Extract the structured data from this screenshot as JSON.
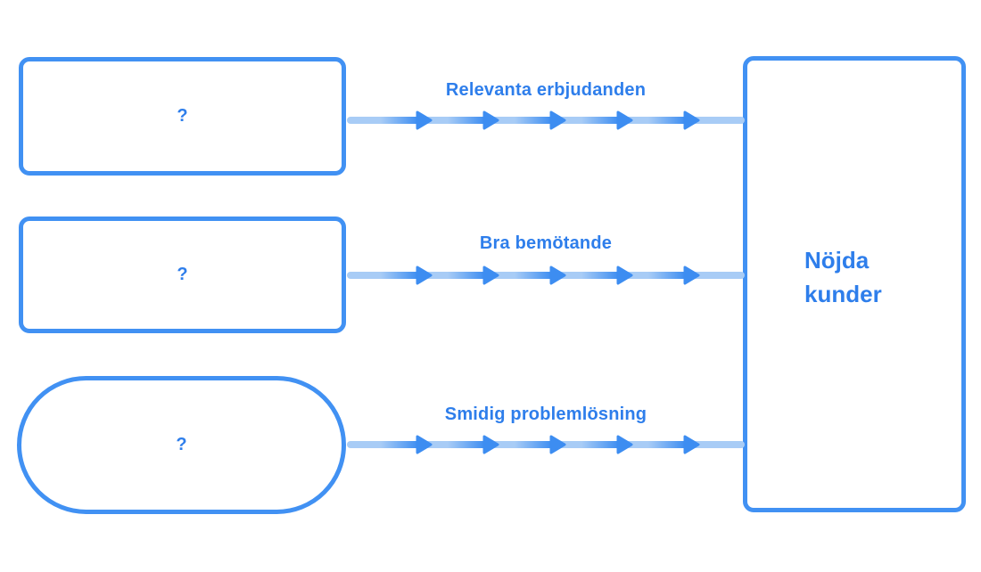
{
  "diagram": {
    "palette": {
      "background": "#ffffff",
      "shape_border": "#4191F3",
      "text_blue": "#2E7EEB",
      "arrow_line_light": "#A8CCF6",
      "arrow_head_dark": "#3D8DF1"
    },
    "source_nodes": [
      {
        "shape": "rectangle",
        "label": "?"
      },
      {
        "shape": "rectangle",
        "label": "?"
      },
      {
        "shape": "stadium",
        "label": "?"
      }
    ],
    "connectors": [
      {
        "label": "Relevanta erbjudanden",
        "direction": "right"
      },
      {
        "label": "Bra bemötande",
        "direction": "right"
      },
      {
        "label": "Smidig problemlösning",
        "direction": "right"
      }
    ],
    "target_node": {
      "shape": "rectangle",
      "label": "Nöjda kunder"
    }
  }
}
